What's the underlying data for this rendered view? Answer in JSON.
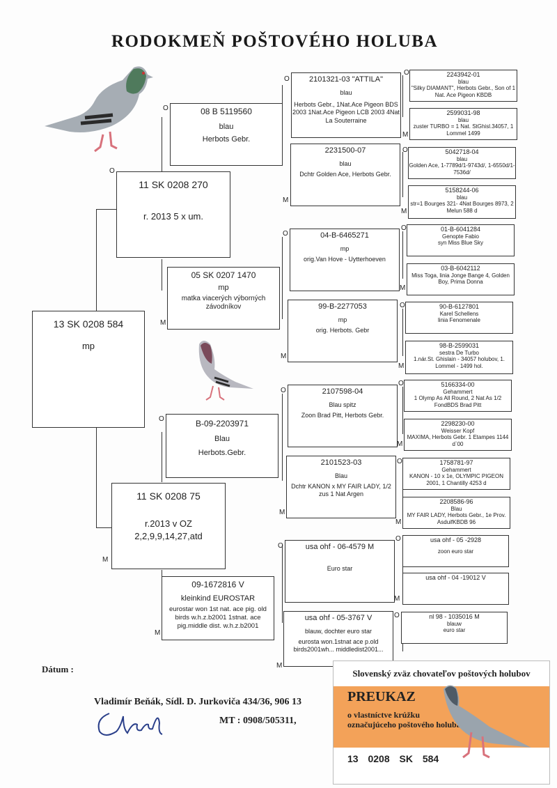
{
  "title": "RODOKMEŇ  POŠTOVÉHO  HOLUBA",
  "marks": {
    "o": "O",
    "m": "M"
  },
  "subject": {
    "ring": "13 SK 0208 584",
    "color": "mp"
  },
  "sire": {
    "ring": "11 SK 0208 270",
    "line1": "r. 2013 5 x um."
  },
  "dam": {
    "ring": "11 SK 0208 75",
    "line1": "r.2013 v OZ",
    "line2": "2,2,9,9,14,27,atd"
  },
  "g2": [
    {
      "ring": "08 B 5119560",
      "color": "blau",
      "note": "Herbots Gebr."
    },
    {
      "ring": "05 SK 0207 1470",
      "color": "mp",
      "note": "matka viacerých výborných závodníkov"
    },
    {
      "ring": "B-09-2203971",
      "color": "Blau",
      "note": "Herbots.Gebr."
    },
    {
      "ring": "09-1672816 V",
      "color": "kleinkind EUROSTAR",
      "note": "eurostar won 1st nat. ace pig. old birds w.h.z.b2001 1stnat. ace pig.middle dist. w.h.z.b2001"
    }
  ],
  "g3": [
    {
      "ring": "2101321-03 \"ATTILA\"",
      "color": "blau",
      "note": "Herbots Gebr., 1Nat.Ace Pigeon BDS 2003 1Nat.Ace Pigeon LCB 2003 4Nat La Souterraine"
    },
    {
      "ring": "2231500-07",
      "color": "blau",
      "note": "Dchtr Golden Ace, Herbots Gebr."
    },
    {
      "ring": "04-B-6465271",
      "color": "mp",
      "note": "orig.Van Hove - Uytterhoeven"
    },
    {
      "ring": "99-B-2277053",
      "color": "mp",
      "note": "orig. Herbots. Gebr"
    },
    {
      "ring": "2107598-04",
      "color": "Blau spitz",
      "note": "Zoon Brad Pitt, Herbots Gebr."
    },
    {
      "ring": "2101523-03",
      "color": "Blau",
      "note": "Dchtr KANON x MY FAIR LADY, 1/2 zus  1 Nat Argen"
    },
    {
      "ring": "usa ohf - 06-4579 M",
      "color": "",
      "note": "Euro star"
    },
    {
      "ring": "usa ohf - 05-3767 V",
      "color": "blauw, dochter euro star",
      "note": "eurosta won.1stnat ace p.old birds2001wh... middledist2001..."
    }
  ],
  "g4": [
    {
      "ring": "2243942-01",
      "color": "blau",
      "note": "\"Silky DIAMANT\", Herbots Gebr., Son of 1 Nat. Ace Pigeon KBDB"
    },
    {
      "ring": "2599031-98",
      "color": "blau",
      "note": "zuster TURBO = 1 Nat. StGhisl.34057, 1 Lommel   1499"
    },
    {
      "ring": "5042718-04",
      "color": "blau",
      "note": "Golden Ace, 1-7789d/1-9743d/, 1-6550d/1-7536d/"
    },
    {
      "ring": "5158244-06",
      "color": "blau",
      "note": "str=1 Bourges 321- 4Nat Bourges 8973, 2 Melun 588 d"
    },
    {
      "ring": "01-B-6041284",
      "color": "Genopte Fabio",
      "note": "syn Miss Blue Sky"
    },
    {
      "ring": "03-B-6042112",
      "color": "",
      "note": "Miss Toga, linia Jonge Bange 4, Golden Boy, Prima Donna"
    },
    {
      "ring": "90-B-6127801",
      "color": "Karel Schellens",
      "note": "linia Fenomenale"
    },
    {
      "ring": "98-B-2599031",
      "color": "sestra De Turbo",
      "note": "1.nár.St. Ghislain - 34057 holubov, 1. Lommel - 1499 hol."
    },
    {
      "ring": "5166334-00",
      "color": "Gehammert",
      "note": "1 Olymp As All Round, 2 Nat As 1/2 FondBDS Brad Pitt"
    },
    {
      "ring": "2298230-00",
      "color": "Weisser Kopf",
      "note": "MAXIMA, Herbots Gebr. 1 Etampes 1144 d`00"
    },
    {
      "ring": "1758781-97",
      "color": "Gehammert",
      "note": "KANON - 10 x 1e, OLYMPIC PIGEON 2001, 1 Chantilly 4253 d"
    },
    {
      "ring": "2208586-96",
      "color": "Blau",
      "note": "MY FAIR LADY, Herbots Gebr., 1e Prov. AsduifKBDB 96"
    },
    {
      "ring": "usa ohf - 05 -2928",
      "color": "",
      "note": "zoon euro star"
    },
    {
      "ring": "usa ohf - 04 -19012 V",
      "color": "",
      "note": ""
    },
    {
      "ring": "nl 98 - 1035016 M",
      "color": "blauw",
      "note": "euro star"
    }
  ],
  "footer": {
    "datum_label": "Dátum :",
    "owner": "Vladimír Beňák,  Sídl. D. Jurkoviča 434/36, 906 13",
    "phone": "MT : 0908/505311,"
  },
  "card": {
    "header": "Slovenský zväz chovateľov poštových holubov",
    "title": "PREUKAZ",
    "subtitle": "o vlastníctve krúžku označujúceho poštového holuba",
    "ring_year": "13",
    "ring_num": "0208",
    "ring_country": "SK",
    "ring_id": "584"
  },
  "colors": {
    "pigeon_body": "#9aa4ad",
    "pigeon_neck": "#4f7a5c",
    "card_band": "#f3a259"
  }
}
